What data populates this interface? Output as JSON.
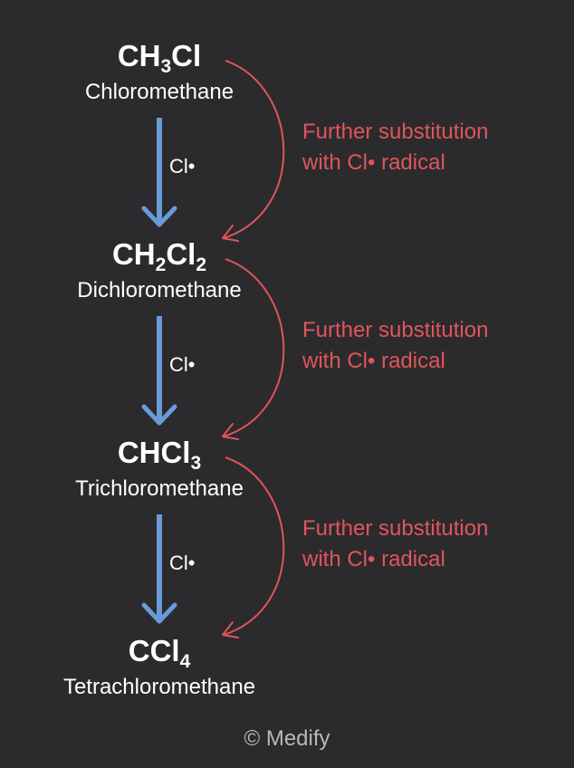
{
  "colors": {
    "background": "#2b2b2d",
    "text": "#ffffff",
    "reaction_arrow": "#6a9bd8",
    "substitution_arrow": "#e0555a",
    "credit": "#b8b8b8"
  },
  "compounds": [
    {
      "formula_parts": [
        {
          "t": "CH"
        },
        {
          "t": "3",
          "sub": true
        },
        {
          "t": "Cl"
        }
      ],
      "name": "Chloromethane"
    },
    {
      "formula_parts": [
        {
          "t": "CH"
        },
        {
          "t": "2",
          "sub": true
        },
        {
          "t": "Cl"
        },
        {
          "t": "2",
          "sub": true
        }
      ],
      "name": "Dichloromethane"
    },
    {
      "formula_parts": [
        {
          "t": "CHCl"
        },
        {
          "t": "3",
          "sub": true
        }
      ],
      "name": "Trichloromethane"
    },
    {
      "formula_parts": [
        {
          "t": "CCl"
        },
        {
          "t": "4",
          "sub": true
        }
      ],
      "name": "Tetrachloromethane"
    }
  ],
  "steps": [
    {
      "reagent": "Cl•",
      "note": [
        "Further substitution",
        "with Cl• radical"
      ]
    },
    {
      "reagent": "Cl•",
      "note": [
        "Further substitution",
        "with Cl• radical"
      ]
    },
    {
      "reagent": "Cl•",
      "note": [
        "Further substitution",
        "with Cl• radical"
      ]
    }
  ],
  "credit": "© Medify"
}
